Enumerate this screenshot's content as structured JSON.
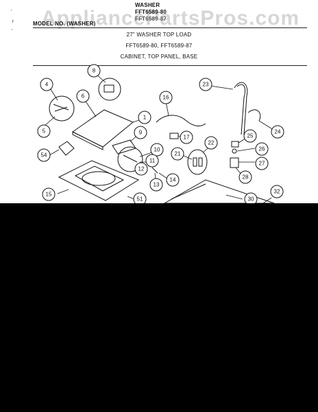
{
  "header": {
    "model_label": "MODEL NO. (WASHER)",
    "appliance": "WASHER",
    "model_no": "FFT6589-80",
    "model_no_2": "FFT6589-87"
  },
  "title": {
    "line1": "27\" WASHER TOP LOAD",
    "line2": "FFT6589-80, FFT6589-87",
    "line3": "CABINET, TOP PANEL, BASE"
  },
  "watermark": "AppliancePartsPros.com",
  "callouts": [
    "4",
    "8",
    "6",
    "1",
    "5",
    "16",
    "23",
    "9",
    "17",
    "25",
    "24",
    "54",
    "10",
    "11",
    "12",
    "21",
    "22",
    "26",
    "27",
    "13",
    "14",
    "28",
    "15",
    "51",
    "30",
    "32"
  ]
}
